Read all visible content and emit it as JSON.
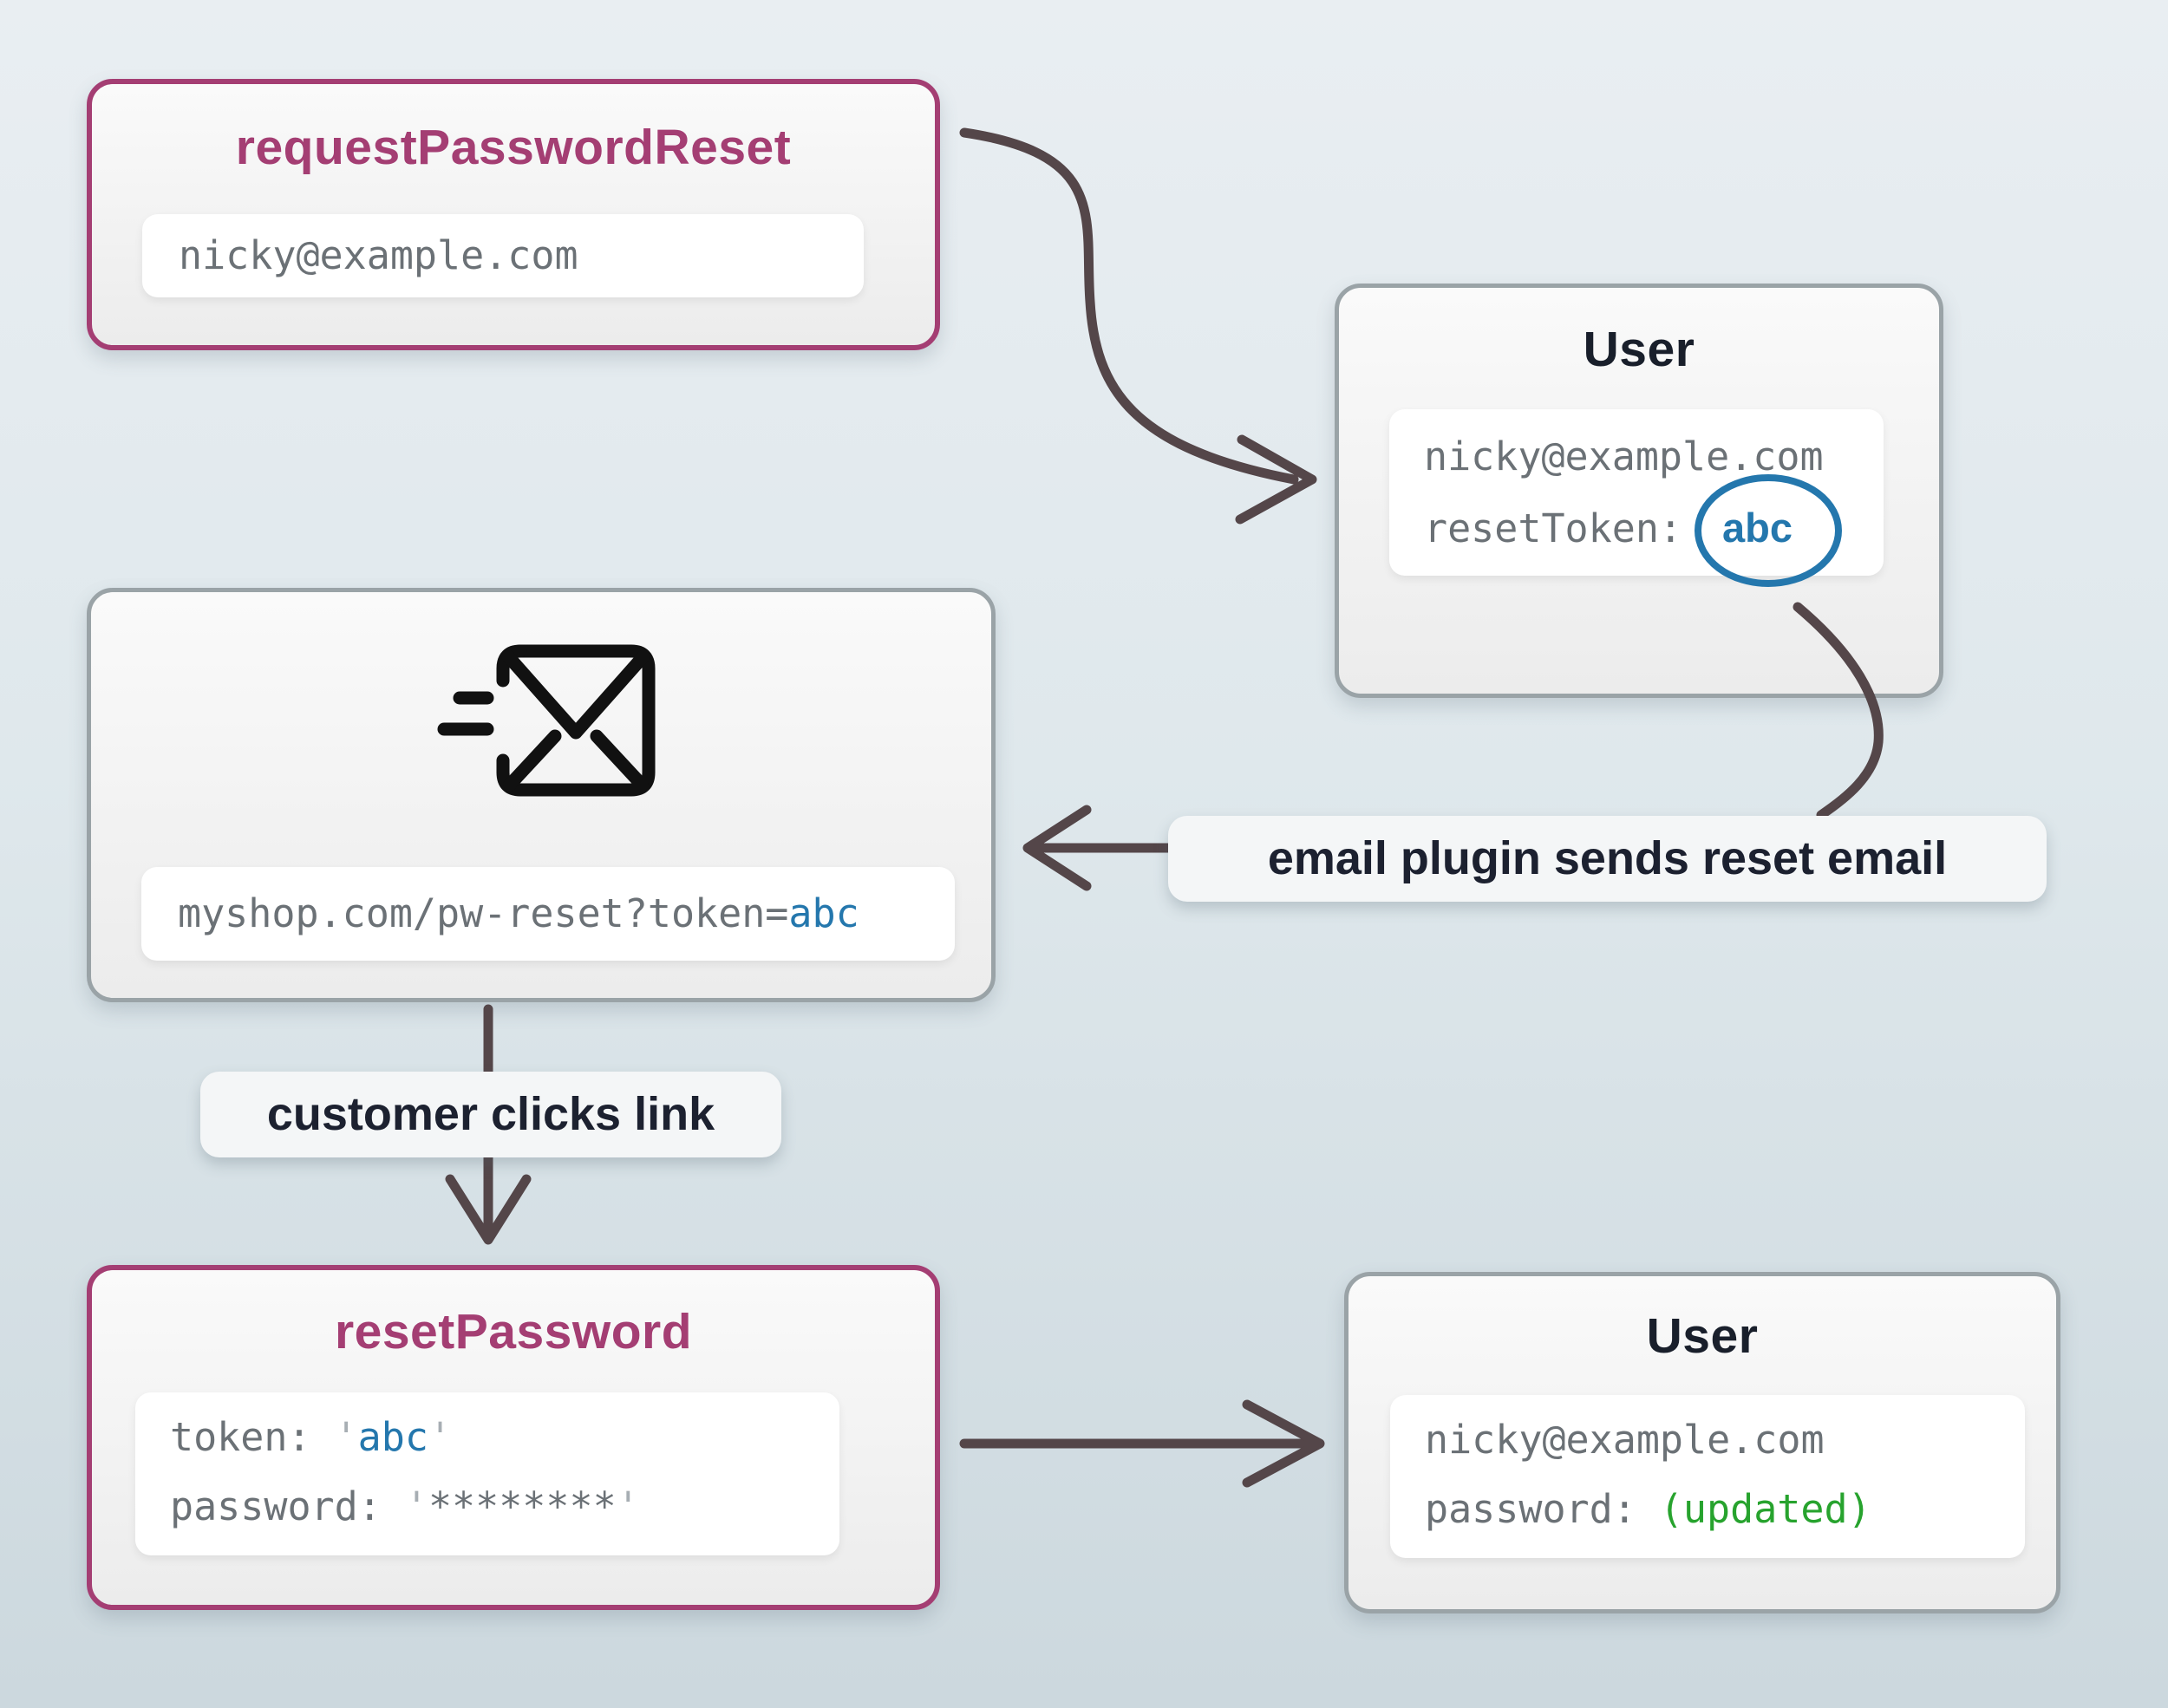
{
  "colors": {
    "accent_purple": "#a43e73",
    "box_border_gray": "#9aa3a7",
    "mono_text_gray": "#6b7176",
    "quote_gray": "#a7aeb3",
    "token_blue": "#2477ad",
    "updated_green": "#27a32e",
    "arrow_dark": "#544649",
    "title_dark": "#191f2b",
    "background_top": "#e9eef2",
    "background_bottom": "#ccd8de"
  },
  "nodes": {
    "request": {
      "title": "requestPasswordReset",
      "email": "nicky@example.com"
    },
    "user_top": {
      "title": "User",
      "email": "nicky@example.com",
      "token_label": "resetToken:",
      "token_value": "abc"
    },
    "email_box": {
      "icon": "send-email-icon",
      "url_prefix": "myshop.com/pw-reset?token=",
      "url_token": "abc"
    },
    "reset": {
      "title": "resetPassword",
      "token_label": "token:",
      "token_open_quote": "'",
      "token_value": "abc",
      "token_close_quote": "'",
      "password_label": "password:",
      "password_open_quote": "'",
      "password_value": "********",
      "password_close_quote": "'"
    },
    "user_bottom": {
      "title": "User",
      "email": "nicky@example.com",
      "password_label": "password:",
      "password_value": "(updated)"
    }
  },
  "annotations": {
    "email_plugin": "email plugin sends reset email",
    "customer_clicks": "customer clicks link"
  }
}
